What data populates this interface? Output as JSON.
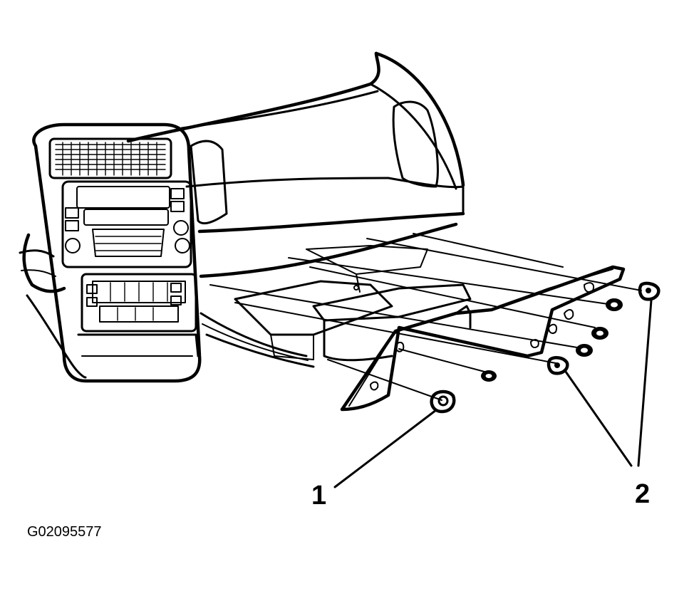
{
  "callouts": [
    {
      "label": "1"
    },
    {
      "label": "2"
    }
  ],
  "figure_id": "G02095577"
}
